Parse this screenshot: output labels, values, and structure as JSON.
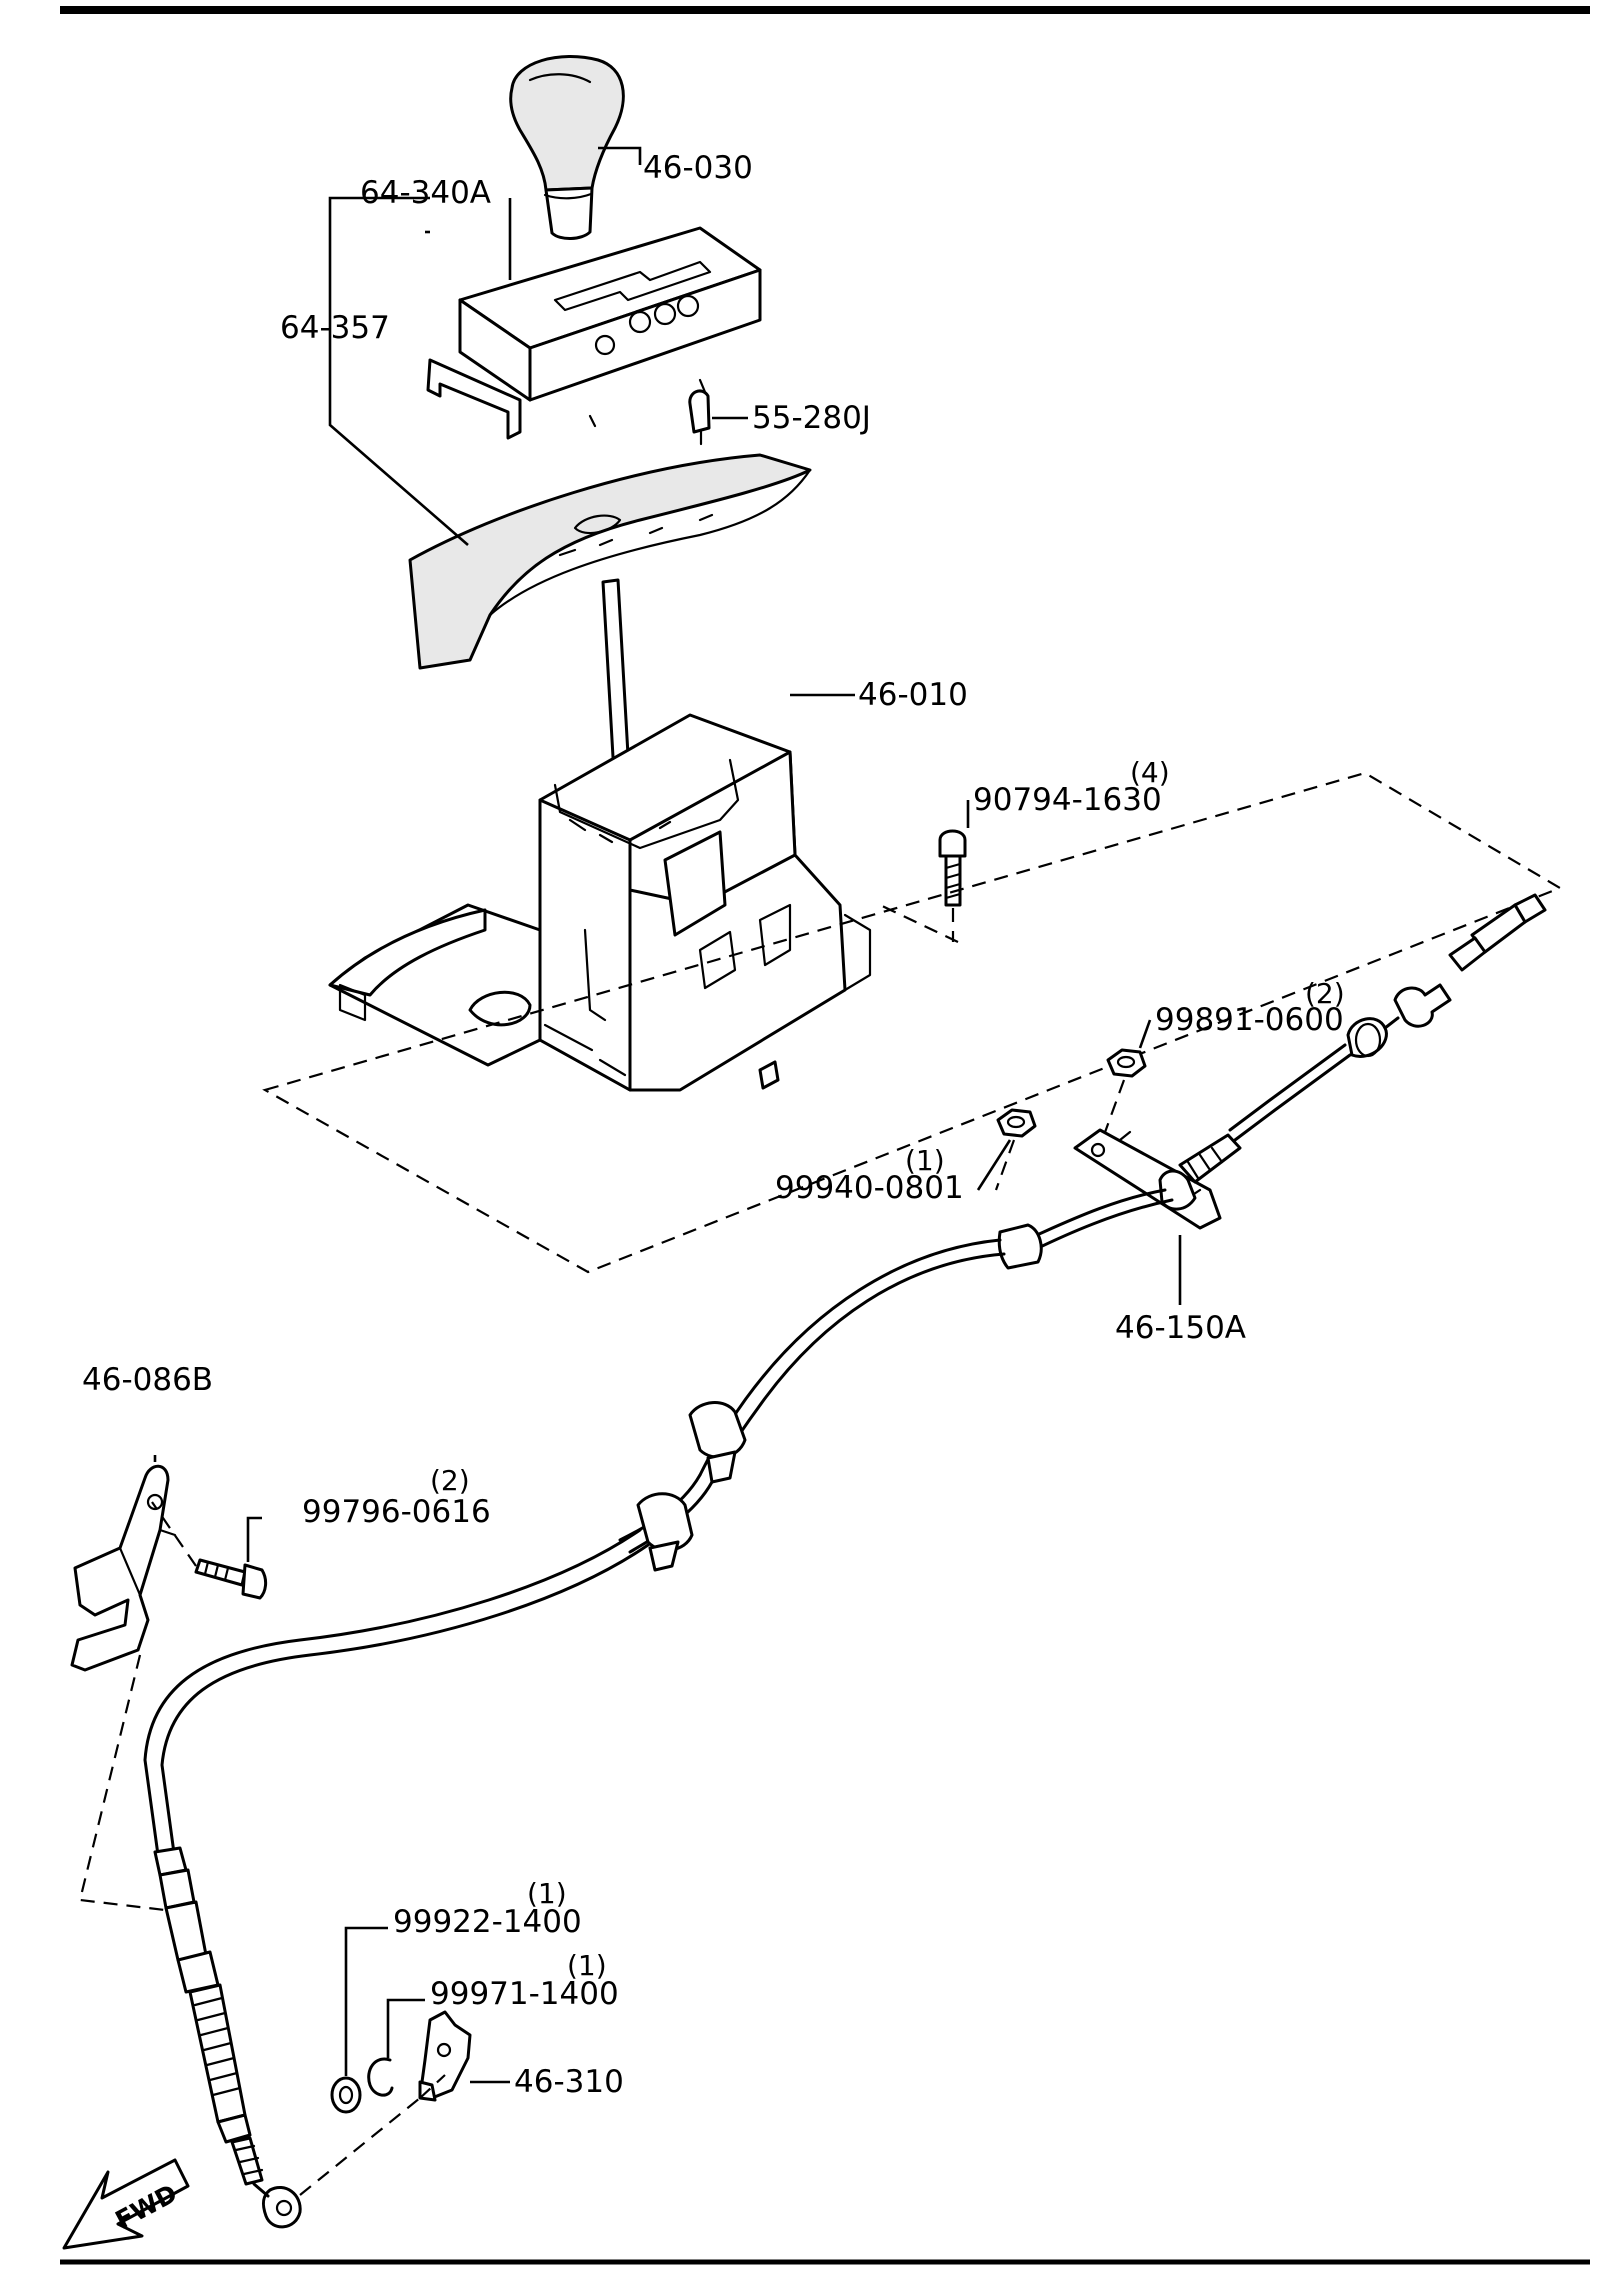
{
  "callouts": [
    {
      "id": "46-030",
      "part_no": "46-030",
      "qty": ""
    },
    {
      "id": "64-340A",
      "part_no": "64-340A",
      "qty": ""
    },
    {
      "id": "64-357",
      "part_no": "64-357",
      "qty": ""
    },
    {
      "id": "55-280J",
      "part_no": "55-280J",
      "qty": ""
    },
    {
      "id": "46-010",
      "part_no": "46-010",
      "qty": ""
    },
    {
      "id": "90794-1630",
      "part_no": "90794-1630",
      "qty": "(4)"
    },
    {
      "id": "99891-0600",
      "part_no": "99891-0600",
      "qty": "(2)"
    },
    {
      "id": "99940-0801",
      "part_no": "99940-0801",
      "qty": "(1)"
    },
    {
      "id": "46-150A",
      "part_no": "46-150A",
      "qty": ""
    },
    {
      "id": "46-086B",
      "part_no": "46-086B",
      "qty": ""
    },
    {
      "id": "99796-0616",
      "part_no": "99796-0616",
      "qty": "(2)"
    },
    {
      "id": "99922-1400",
      "part_no": "99922-1400",
      "qty": "(1)"
    },
    {
      "id": "99971-1400",
      "part_no": "99971-1400",
      "qty": "(1)"
    },
    {
      "id": "46-310",
      "part_no": "46-310",
      "qty": ""
    }
  ],
  "direction_arrow": {
    "text": "FWD"
  }
}
